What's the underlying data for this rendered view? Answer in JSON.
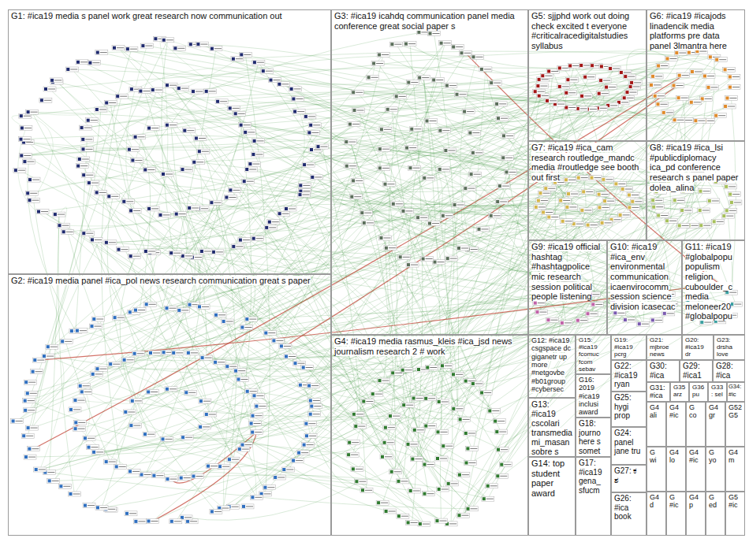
{
  "diagram": {
    "nodes": [
      {
        "text": [
          "G1: #ica19 media s panel work great research now communication out"
        ]
      },
      {
        "text": [
          "G3: #ica19 icahdq communication panel media conference great social paper s"
        ]
      },
      {
        "text": [
          "G5: sjjphd work out doing check excited t everyone #criticalracedigitalstudies syllabus"
        ]
      },
      {
        "text": [
          "G6: #ica19 #icajods linadencik media platforms pre data panel 3lmantra here"
        ]
      },
      {
        "text": [
          "G7: #ica19 #ica_cam research routledge_mandc media #routledge see booth out first"
        ]
      },
      {
        "text": [
          "G8: #ica19 #ica_lsi #publicdiplomacy ica_pd conference research s panel paper dolea_alina"
        ]
      },
      {
        "text": [
          "G2: #ica19 media panel #ica_pol news research communication great s paper"
        ]
      },
      {
        "text": [
          "G4: #ica19 media rasmus_kleis #ica_jsd news journalism research 2 # work"
        ]
      },
      {
        "text": [
          "G9: #ica19 official hashtag #hashtagpolice mic research session political people listening"
        ]
      },
      {
        "text": [
          "G10: #ica19 #ica_env environmental communication icaenvirocomm session science division icasecac"
        ]
      },
      {
        "text": [
          "G11: #ica19 #globalpopu populism religion cuboulder_c media meloneer20 #globalpopu"
        ]
      },
      {
        "text": [
          "G12: #ica19 csgspace dc giganetr up more #netgovbe #b01group #cybersec"
        ]
      },
      {
        "text": [
          "G15: #ica19 fcomuc fcom sebav"
        ]
      },
      {
        "text": [
          "G19: #ica19 pcrg"
        ]
      },
      {
        "text": [
          "G21: mjbroe news"
        ]
      },
      {
        "text": [
          "G20: #ica19 dr"
        ]
      },
      {
        "text": [
          "G23: drsha love"
        ]
      },
      {
        "text": [
          "G16: 2019 #ica19 inclusi award"
        ]
      },
      {
        "text": [
          "G22: #ica19 ryan"
        ]
      },
      {
        "text": [
          "G30: #ica"
        ]
      },
      {
        "text": [
          "G29: #ica1"
        ]
      },
      {
        "text": [
          "G28: #ica"
        ]
      },
      {
        "text": [
          "G31: #ica"
        ]
      },
      {
        "text": [
          "G35 arz"
        ]
      },
      {
        "text": [
          "G36 pu"
        ]
      },
      {
        "text": [
          "G33: sel"
        ]
      },
      {
        "text": [
          "G34: #ic"
        ]
      },
      {
        "text": [
          "G13: #ica19 cscolari transmedia mi_masan sobre s"
        ]
      },
      {
        "text": [
          "G18: journo here s somet"
        ]
      },
      {
        "text": [
          "G25: hygi prop"
        ]
      },
      {
        "text": [
          "G24: panel jane tru"
        ]
      },
      {
        "text": [
          "G14: top student paper award"
        ]
      },
      {
        "text": [
          "G17: #ica19 gena_ sfucm"
        ]
      },
      {
        "text": [
          "G27: ಕ ಶ"
        ]
      },
      {
        "text": [
          "G26: #ica book"
        ]
      },
      {
        "text": [
          "G4 ali"
        ]
      },
      {
        "text": [
          "G4 #ic"
        ]
      },
      {
        "text": [
          "G co"
        ]
      },
      {
        "text": [
          "G4 gr"
        ]
      },
      {
        "text": [
          "G52 G5"
        ]
      },
      {
        "text": [
          "G wi"
        ]
      },
      {
        "text": [
          "G4 lo"
        ]
      },
      {
        "text": [
          "G4 #ic"
        ]
      },
      {
        "text": [
          "G yo"
        ]
      },
      {
        "text": [
          "G4 m"
        ]
      },
      {
        "text": [
          "G4 d"
        ]
      },
      {
        "text": [
          "G #ic"
        ]
      },
      {
        "text": [
          "G4 p"
        ]
      },
      {
        "text": [
          "G ed"
        ]
      },
      {
        "text": [
          "G5 #ic"
        ]
      }
    ]
  }
}
